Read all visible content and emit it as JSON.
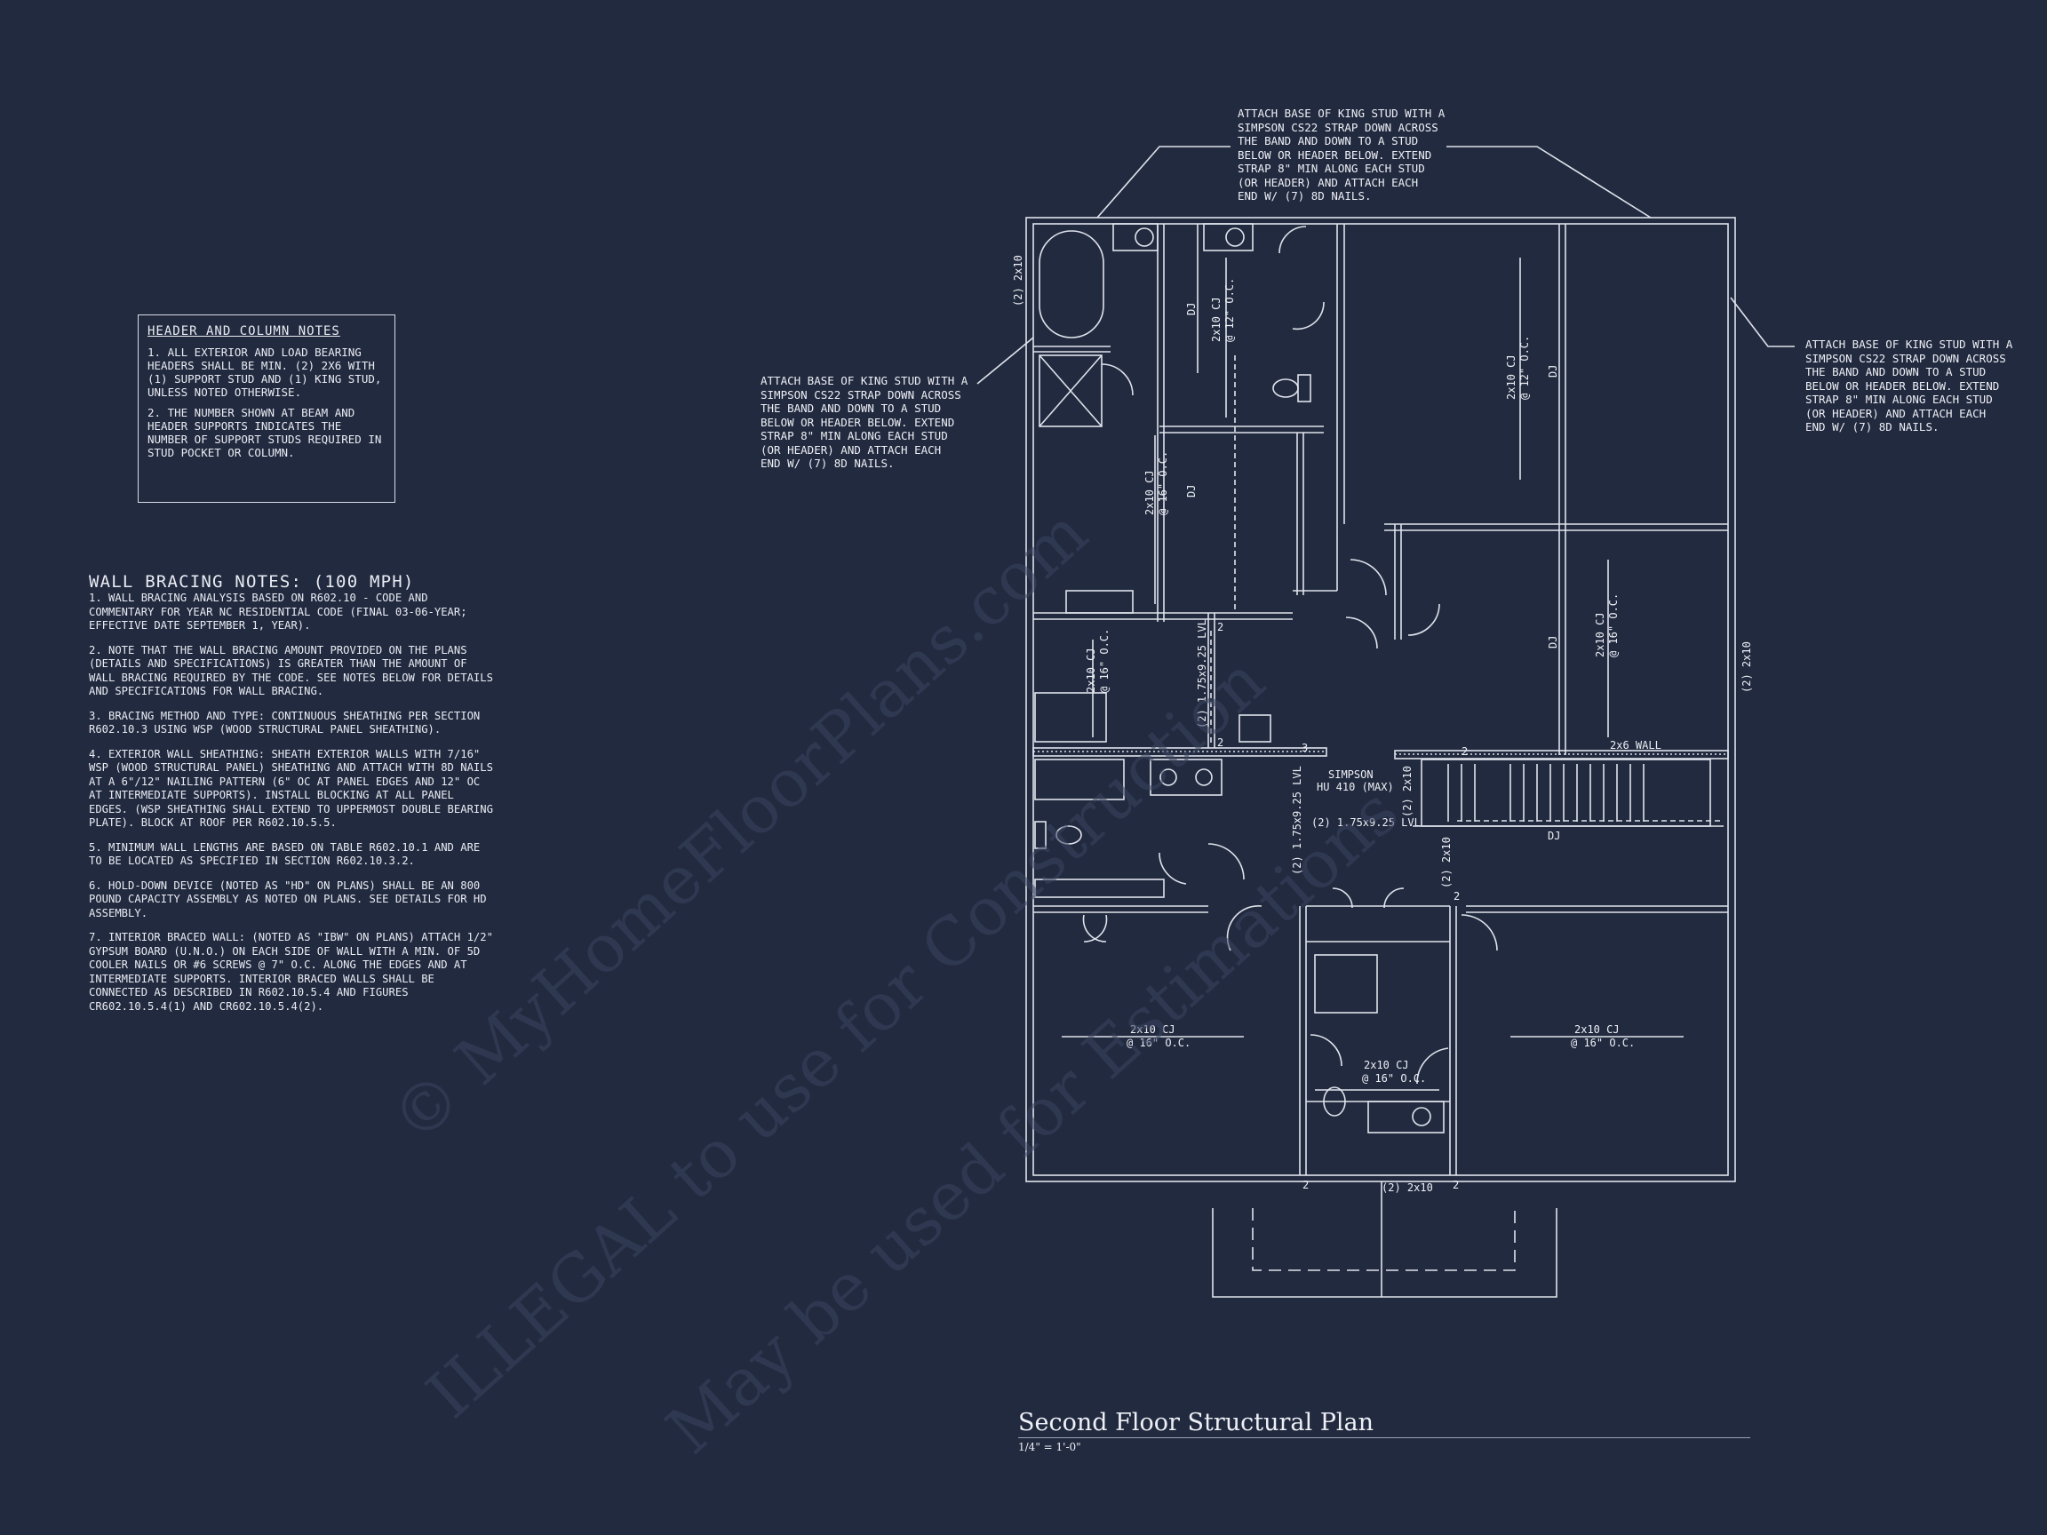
{
  "header_notes": {
    "title": "HEADER AND COLUMN NOTES",
    "items": [
      "1. ALL EXTERIOR AND LOAD BEARING HEADERS SHALL BE MIN. (2) 2x6 WITH (1) SUPPORT STUD AND (1) KING STUD, UNLESS NOTED OTHERWISE.",
      "2. THE NUMBER SHOWN AT BEAM AND HEADER SUPPORTS INDICATES THE NUMBER OF SUPPORT STUDS REQUIRED IN STUD POCKET OR COLUMN."
    ]
  },
  "wall_bracing": {
    "title": "WALL BRACING NOTES: (100 MPH)",
    "items": [
      "1. WALL BRACING ANALYSIS BASED ON R602.10 - CODE AND COMMENTARY FOR YEAR NC RESIDENTIAL CODE (FINAL 03-06-YEAR; EFFECTIVE DATE SEPTEMBER 1, YEAR).",
      "2. NOTE THAT THE WALL BRACING AMOUNT PROVIDED ON THE PLANS (DETAILS AND SPECIFICATIONS) IS GREATER THAN THE AMOUNT OF WALL BRACING REQUIRED BY THE CODE. SEE NOTES BELOW FOR DETAILS AND SPECIFICATIONS FOR WALL BRACING.",
      "3. BRACING METHOD AND TYPE: CONTINUOUS SHEATHING PER SECTION R602.10.3 USING WSP (WOOD STRUCTURAL PANEL SHEATHING).",
      "4. EXTERIOR WALL SHEATHING: SHEATH EXTERIOR WALLS WITH 7/16\" WSP (WOOD STRUCTURAL PANEL) SHEATHING AND ATTACH WITH 8d NAILS AT A 6\"/12\" NAILING PATTERN (6\" OC AT PANEL EDGES AND 12\" OC AT INTERMEDIATE SUPPORTS). INSTALL BLOCKING AT ALL PANEL EDGES. (WSP SHEATHING SHALL EXTEND TO UPPERMOST DOUBLE BEARING PLATE). BLOCK AT ROOF PER R602.10.5.5.",
      "5. MINIMUM WALL LENGTHS ARE BASED ON TABLE R602.10.1 AND ARE TO BE LOCATED AS SPECIFIED IN SECTION R602.10.3.2.",
      "6. HOLD-DOWN DEVICE (NOTED AS \"HD\" ON PLANS) SHALL BE AN 800 POUND CAPACITY ASSEMBLY AS NOTED ON PLANS. SEE DETAILS FOR HD ASSEMBLY.",
      "7. INTERIOR BRACED WALL: (NOTED AS \"IBW\" ON PLANS) ATTACH 1/2\" GYPSUM BOARD (U.N.O.) ON EACH SIDE OF WALL WITH A MIN. OF 5d COOLER NAILS OR #6 SCREWS @ 7\" O.C. ALONG THE EDGES AND AT INTERMEDIATE SUPPORTS. INTERIOR BRACED WALLS SHALL BE CONNECTED AS DESCRIBED IN R602.10.5.4 AND FIGURES CR602.10.5.4(1) AND CR602.10.5.4(2)."
    ]
  },
  "callouts": {
    "top": "ATTACH BASE OF KING STUD WITH A\nSIMPSON CS22 STRAP DOWN ACROSS\nTHE BAND AND DOWN TO A STUD\nBELOW OR HEADER BELOW.  EXTEND\nSTRAP 8\" MIN ALONG EACH STUD\n(OR HEADER) AND ATTACH EACH\nEND W/ (7) 8d NAILS.",
    "left": "ATTACH BASE OF KING STUD WITH A\nSIMPSON CS22 STRAP DOWN ACROSS\nTHE BAND AND DOWN TO A STUD\nBELOW OR HEADER BELOW.  EXTEND\nSTRAP 8\" MIN ALONG EACH STUD\n(OR HEADER) AND ATTACH EACH\nEND W/ (7) 8d NAILS.",
    "right": "ATTACH BASE OF KING STUD WITH A\nSIMPSON CS22 STRAP DOWN ACROSS\nTHE BAND AND DOWN TO A STUD\nBELOW OR HEADER BELOW.  EXTEND\nSTRAP 8\" MIN ALONG EACH STUD\n(OR HEADER) AND ATTACH EACH\nEND W/ (7) 8d NAILS."
  },
  "plan_labels": {
    "cj_16": "2x10 CJ",
    "oc_16": "@ 16\" O.C.",
    "cj_12": "2x10 CJ",
    "oc_12": "@ 12\" O.C.",
    "dj": "DJ",
    "header_2x10": "(2) 2x10",
    "wall_2x6": "2x6 WALL",
    "lvl": "(2) 1.75x9.25 LVL",
    "simpson_1": "SIMPSON",
    "simpson_2": "HU 410 (MAX)",
    "stud_2": "2",
    "stud_3": "3"
  },
  "watermark": {
    "line1": "© MyHomeFloorPlans.com",
    "line2": "ILLEGAL to use for Construction",
    "line3": "May be used for Estimations"
  },
  "title": {
    "name": "Second Floor Structural Plan",
    "scale": "1/4\" = 1'-0\""
  }
}
